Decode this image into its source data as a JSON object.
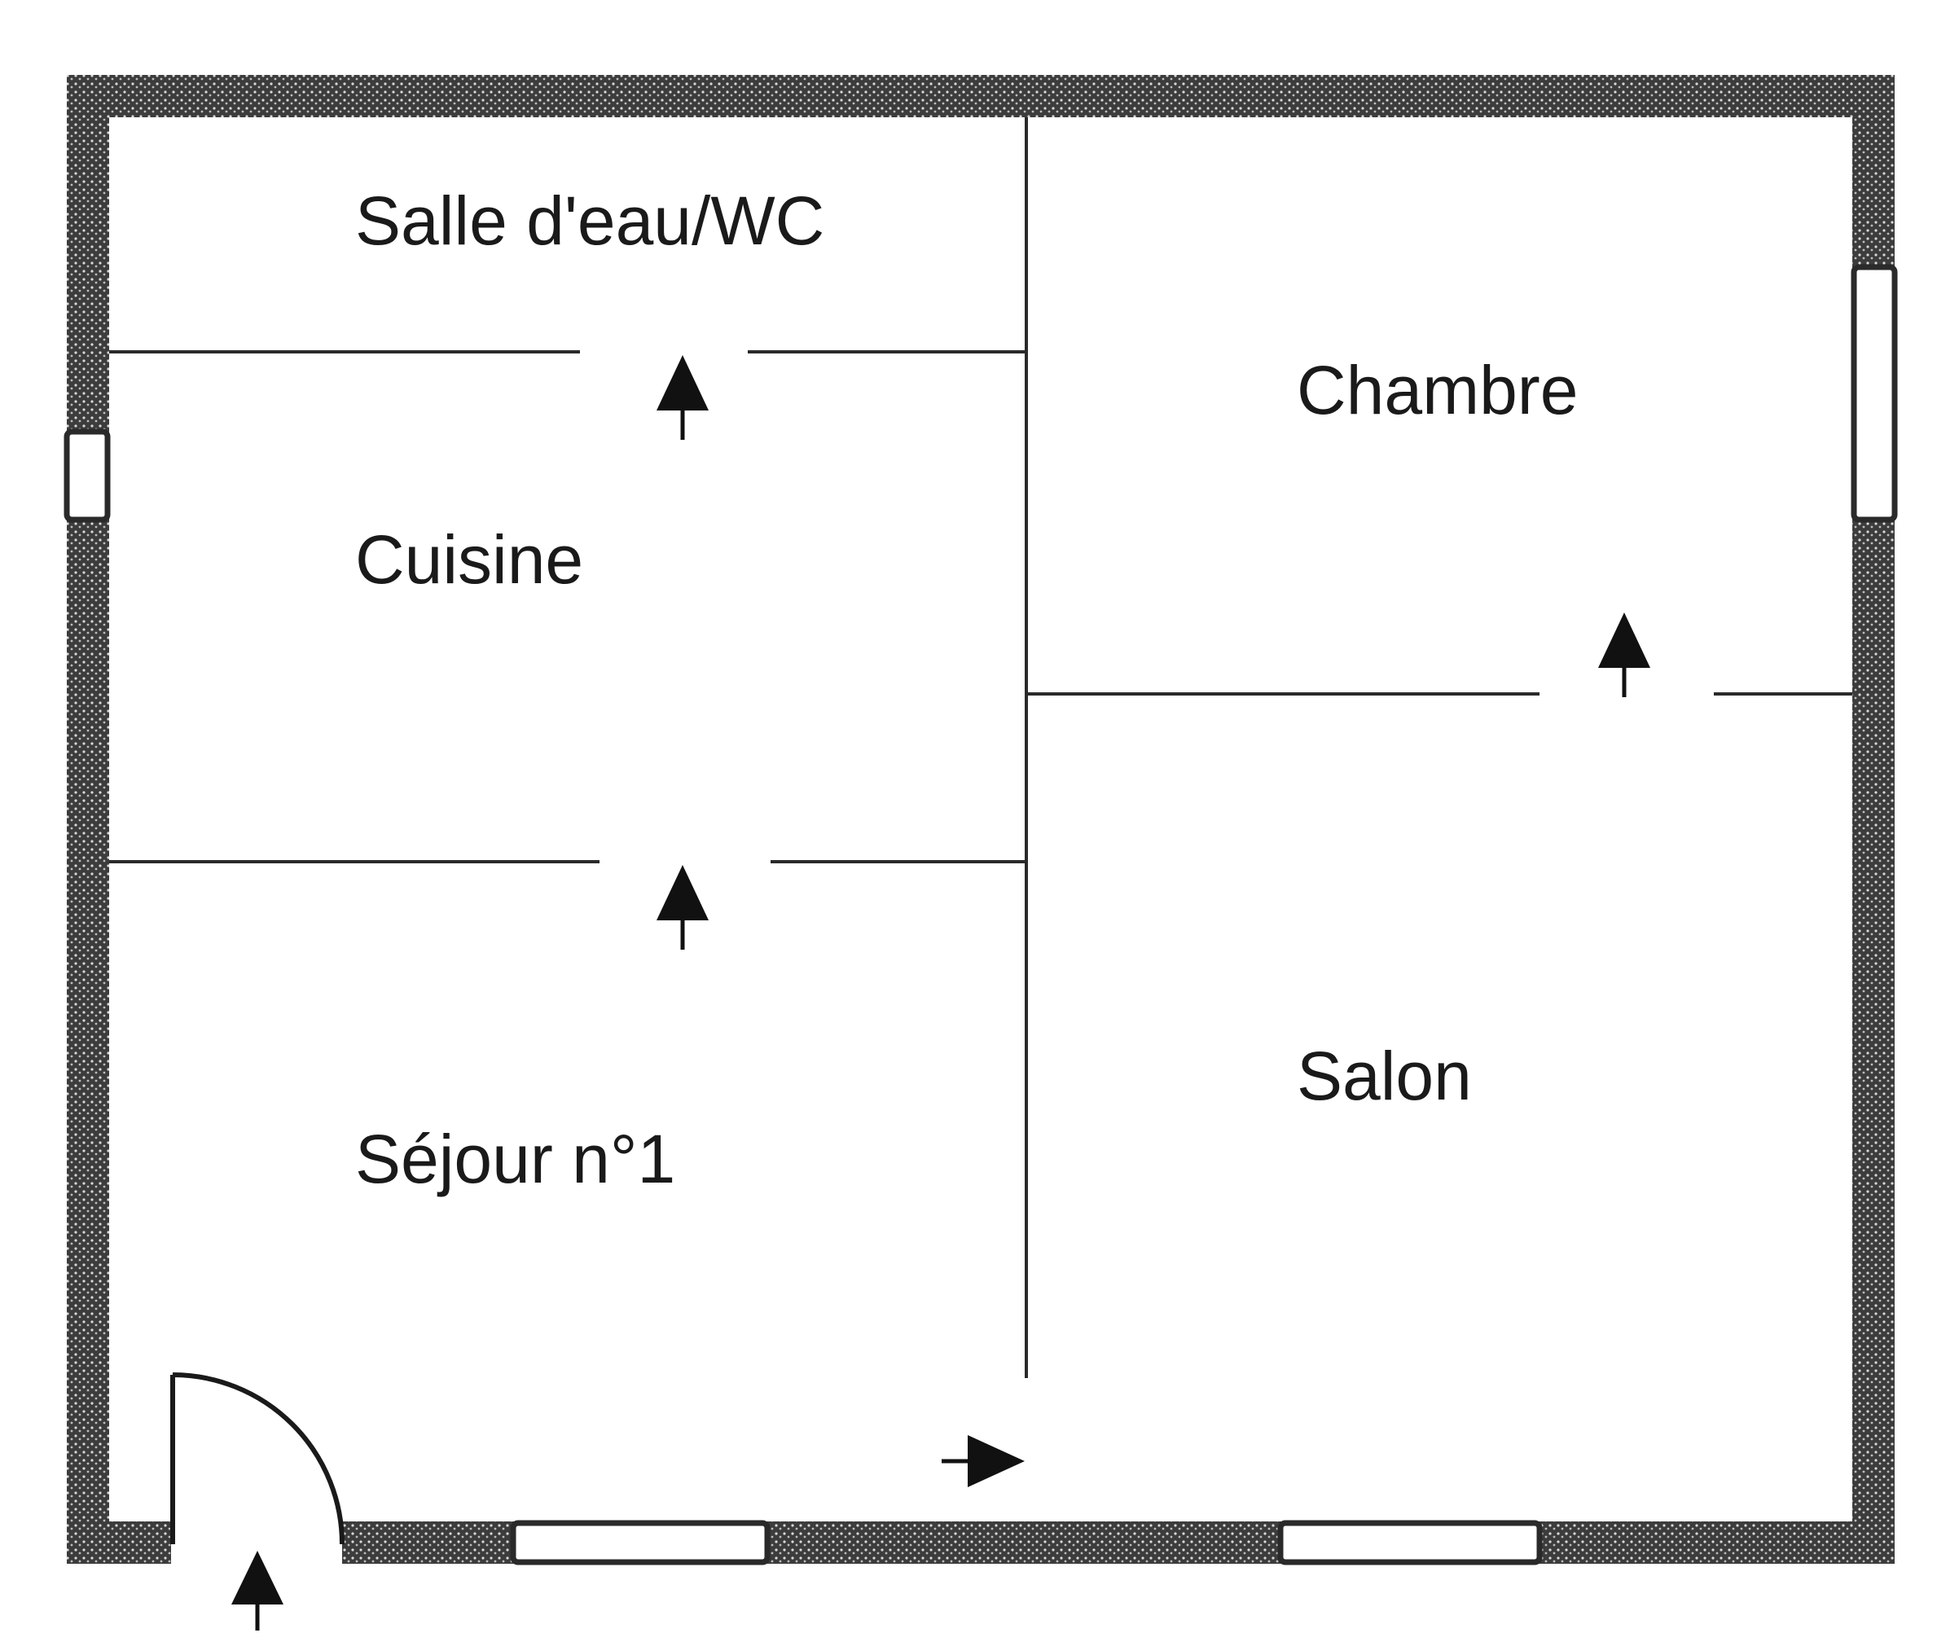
{
  "rooms": {
    "salle_eau": "Salle d'eau/WC",
    "chambre": "Chambre",
    "cuisine": "Cuisine",
    "salon": "Salon",
    "sejour": "Séjour n°1"
  },
  "colors": {
    "wall": "#3c3c3c",
    "ink": "#1a1a1a",
    "background": "#ffffff"
  },
  "icons": {
    "door_direction": "arrow-icon",
    "entrance_door": "door-swing-icon",
    "window": "window-icon"
  }
}
